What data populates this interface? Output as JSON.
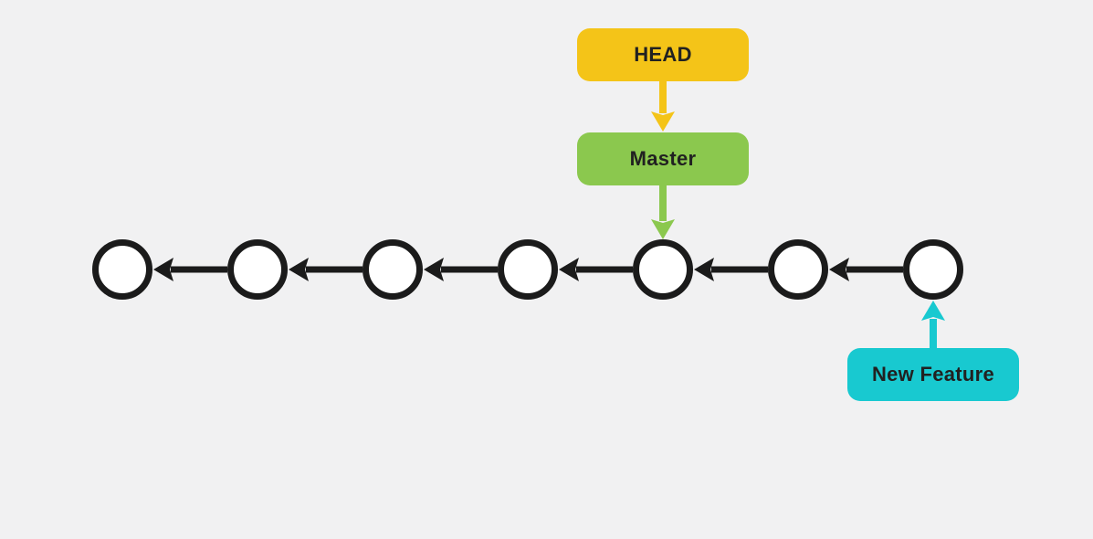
{
  "diagram": {
    "labels": {
      "head": "HEAD",
      "master": "Master",
      "new_feature": "New Feature"
    },
    "commits": {
      "count": 7,
      "master_points_to_commit": 5,
      "new_feature_points_to_commit": 7
    },
    "relationships": [
      {
        "from": "HEAD",
        "to": "Master"
      },
      {
        "from": "Master",
        "to": "commit-5"
      },
      {
        "from": "New Feature",
        "to": "commit-7"
      },
      {
        "from": "each-commit",
        "to": "previous-commit-left"
      }
    ],
    "colors": {
      "background": "#f1f1f2",
      "head_bg": "#f4c418",
      "master_bg": "#8bc84e",
      "new_feature_bg": "#18c9d0",
      "node_fill": "#ffffff",
      "node_stroke": "#1b1b1b",
      "arrow_black": "#1b1b1b",
      "label_text": "#212121"
    }
  }
}
